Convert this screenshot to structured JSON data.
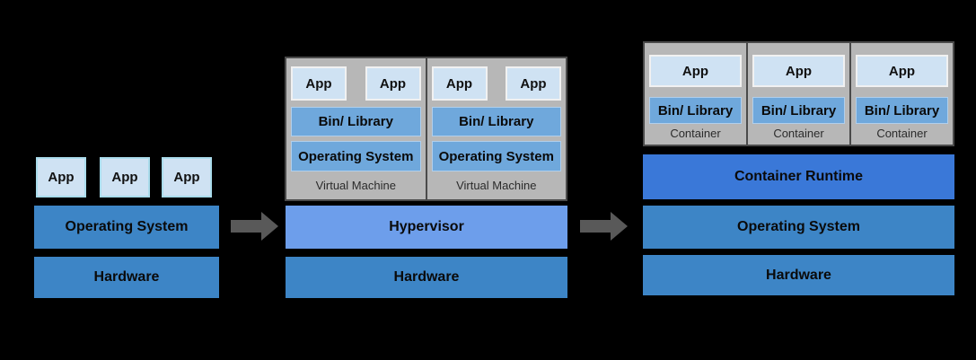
{
  "colors": {
    "background": "#000000",
    "app_fill": "#cfe2f3",
    "app_border_left_group": "#aadcec",
    "app_border_inner": "#f1f1f1",
    "vm_inner_blue": "#6fa8dc",
    "stack_dark_blue": "#3d85c6",
    "hypervisor_blue": "#6d9eeb",
    "container_runtime_blue": "#3a78d8",
    "group_gray_fill": "#b7b7b7",
    "group_gray_border": "#4a4a4a",
    "arrow_gray": "#595959"
  },
  "traditional": {
    "apps": [
      "App",
      "App",
      "App"
    ],
    "os_label": "Operating System",
    "hardware_label": "Hardware"
  },
  "virtualization": {
    "vms": [
      {
        "apps": [
          "App",
          "App"
        ],
        "bin_label": "Bin/ Library",
        "os_label": "Operating System",
        "caption": "Virtual Machine"
      },
      {
        "apps": [
          "App",
          "App"
        ],
        "bin_label": "Bin/ Library",
        "os_label": "Operating System",
        "caption": "Virtual Machine"
      }
    ],
    "hypervisor_label": "Hypervisor",
    "hardware_label": "Hardware"
  },
  "containerization": {
    "containers": [
      {
        "app": "App",
        "bin_label": "Bin/ Library",
        "caption": "Container"
      },
      {
        "app": "App",
        "bin_label": "Bin/ Library",
        "caption": "Container"
      },
      {
        "app": "App",
        "bin_label": "Bin/ Library",
        "caption": "Container"
      }
    ],
    "runtime_label": "Container Runtime",
    "os_label": "Operating System",
    "hardware_label": "Hardware"
  }
}
